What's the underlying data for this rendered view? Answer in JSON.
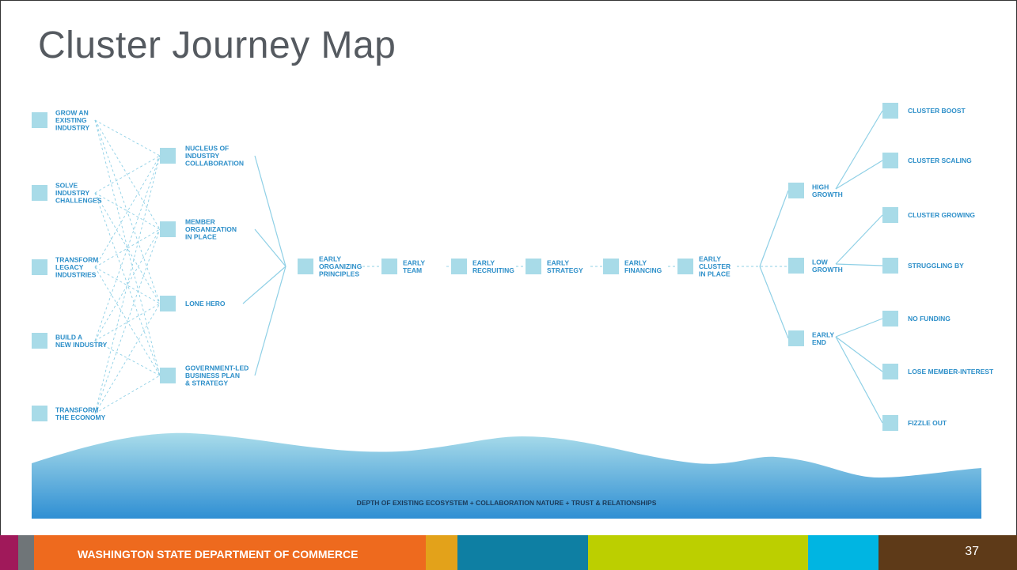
{
  "title": "Cluster Journey Map",
  "origins": [
    {
      "lines": [
        "GROW AN",
        "EXISTING",
        "INDUSTRY"
      ]
    },
    {
      "lines": [
        "SOLVE",
        "INDUSTRY",
        "CHALLENGES"
      ]
    },
    {
      "lines": [
        "TRANSFORM",
        "LEGACY",
        "INDUSTRIES"
      ]
    },
    {
      "lines": [
        "BUILD A",
        "NEW INDUSTRY"
      ]
    },
    {
      "lines": [
        "TRANSFORM",
        "THE ECONOMY"
      ]
    }
  ],
  "models": [
    {
      "lines": [
        "NUCLEUS OF",
        "INDUSTRY",
        "COLLABORATION"
      ]
    },
    {
      "lines": [
        "MEMBER",
        "ORGANIZATION",
        "IN PLACE"
      ]
    },
    {
      "lines": [
        "LONE HERO"
      ]
    },
    {
      "lines": [
        "GOVERNMENT-LED",
        "BUSINESS PLAN",
        "& STRATEGY"
      ]
    }
  ],
  "stages": [
    {
      "lines": [
        "EARLY",
        "ORGANIZING",
        "PRINCIPLES"
      ]
    },
    {
      "lines": [
        "EARLY",
        "TEAM"
      ]
    },
    {
      "lines": [
        "EARLY",
        "RECRUITING"
      ]
    },
    {
      "lines": [
        "EARLY",
        "STRATEGY"
      ]
    },
    {
      "lines": [
        "EARLY",
        "FINANCING"
      ]
    },
    {
      "lines": [
        "EARLY",
        "CLUSTER",
        "IN PLACE"
      ]
    }
  ],
  "growth": [
    {
      "lines": [
        "HIGH",
        "GROWTH"
      ]
    },
    {
      "lines": [
        "LOW",
        "GROWTH"
      ]
    },
    {
      "lines": [
        "EARLY",
        "END"
      ]
    }
  ],
  "outcomes": [
    {
      "lines": [
        "CLUSTER BOOST"
      ]
    },
    {
      "lines": [
        "CLUSTER SCALING"
      ]
    },
    {
      "lines": [
        "CLUSTER GROWING"
      ]
    },
    {
      "lines": [
        "STRUGGLING BY"
      ]
    },
    {
      "lines": [
        "NO FUNDING"
      ]
    },
    {
      "lines": [
        "LOSE MEMBER-INTEREST"
      ]
    },
    {
      "lines": [
        "FIZZLE OUT"
      ]
    }
  ],
  "ecosystem_label": "DEPTH OF EXISTING ECOSYSTEM + COLLABORATION NATURE + TRUST & RELATIONSHIPS",
  "footer": {
    "org": "WASHINGTON STATE DEPARTMENT OF COMMERCE",
    "page": "37"
  },
  "colors": {
    "node": "#a8dbe8",
    "line": "#8fd0e6",
    "label": "#2d8fc9",
    "water_dark": "#3a95d6",
    "water_light": "#a9dcea",
    "footer_magenta": "#a0195a",
    "footer_gray": "#6f7578",
    "footer_orange": "#ee6a1e",
    "footer_gold": "#e3a21a",
    "footer_teal": "#0e7fa3",
    "footer_lime": "#bccf00",
    "footer_cyan": "#00b5e2",
    "footer_brown": "#5e3a18"
  }
}
